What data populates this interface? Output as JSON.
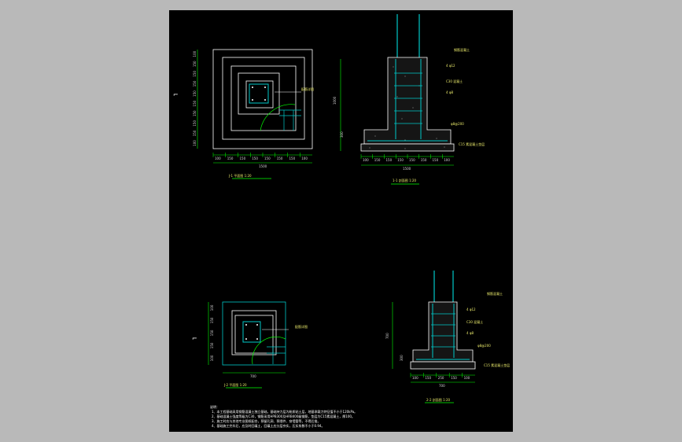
{
  "drawing": {
    "top_plan": {
      "dims_left": [
        "100",
        "150",
        "150",
        "150",
        "150",
        "150",
        "150",
        "150",
        "150",
        "100"
      ],
      "dims_bottom": [
        "100",
        "150",
        "150",
        "150",
        "150",
        "150",
        "150",
        "100"
      ],
      "total": "1500",
      "callout": "配筋详图",
      "caption": "J-1 平面图 1:20"
    },
    "top_section": {
      "height_total": "1000",
      "base_dim": "300",
      "labels": [
        "钢筋混凝土",
        "4 φ12",
        "C30 混凝土",
        "4 φ8",
        "φ8@200",
        "C15 素混凝土垫层"
      ],
      "dims_bottom": [
        "100",
        "150",
        "150",
        "150",
        "150",
        "150",
        "150",
        "100"
      ],
      "width_total": "1500",
      "caption": "1-1 剖面图 1:20"
    },
    "bottom_plan": {
      "dims_left": [
        "100",
        "150",
        "150",
        "150",
        "100"
      ],
      "total": "700",
      "callout": "配筋详图",
      "caption": "J-2 平面图 1:20"
    },
    "bottom_section": {
      "height_total": "700",
      "base_dim": "300",
      "labels": [
        "钢筋混凝土",
        "4 φ12",
        "C30 混凝土",
        "4 φ8",
        "φ8@200",
        "C15 素混凝土垫层"
      ],
      "dims_bottom": [
        "100",
        "150",
        "250",
        "150",
        "100"
      ],
      "width_total": "700",
      "caption": "2-2 剖面图 1:20"
    },
    "notes": {
      "title": "说明：",
      "lines": [
        "1、本工程基础采用钢筋混凝土独立基础，基础持力层为粉质粘土层，地基承载力特征值不小于120kPa。",
        "2、基础混凝土强度等级为C30，钢筋采用HPB300及HRB400级钢筋，垫层为C15素混凝土，厚100。",
        "3、施工时应与其他专业图纸配合，预留孔洞、预埋件、穿墙管等，不得后凿。",
        "4、基础施工完毕后，应及时回填土，回填土应分层夯实，压实系数不小于0.94。"
      ]
    }
  },
  "colors": {
    "sheet": "#000000",
    "frame": "#ffffff",
    "column": "#00c8c8",
    "dim": "#00ff00",
    "rebar": "#ffffff",
    "text": "#ffff00"
  }
}
